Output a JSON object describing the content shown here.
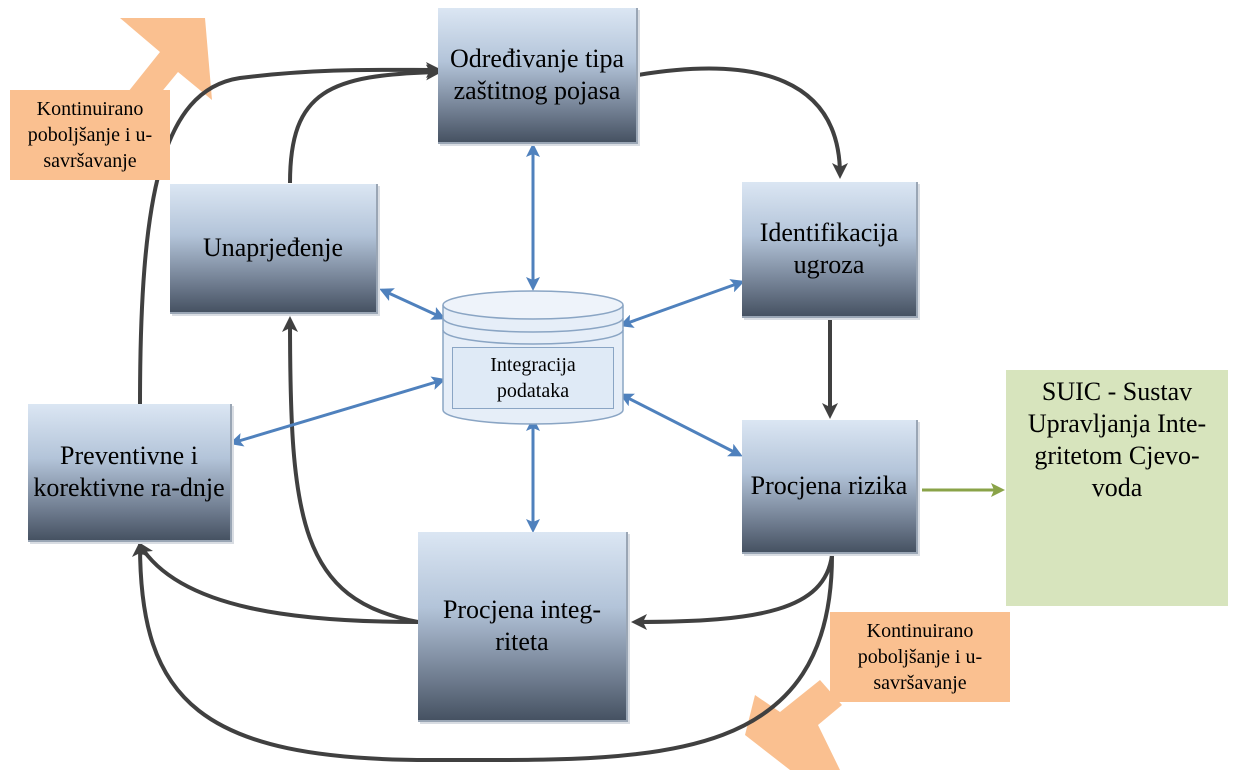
{
  "nodes": {
    "odredjivanje": "Određivanje tipa zaštitnog pojasa",
    "identifikacija": "Identifikacija ugroza",
    "procjena_rizika": "Procjena rizika",
    "procjena_integriteta": "Procjena integ-riteta",
    "preventivne": "Preventivne i korektivne ra-dnje",
    "unaprjedjenje": "Unaprjeđenje",
    "integracija": "Integracija podataka"
  },
  "suic": "SUIC - Sustav Upravljanja Inte-gritetom Cjevo-voda",
  "notes": {
    "top_left": "Kontinuirano poboljšanje i u-savršavanje",
    "bottom_right": "Kontinuirano poboljšanje i u-savršavanje"
  },
  "colors": {
    "process_arrow": "#404040",
    "data_arrow": "#4f81bd",
    "output_arrow": "#8aa348",
    "note_fill": "#fac090",
    "suic_fill": "#d7e4bd"
  }
}
